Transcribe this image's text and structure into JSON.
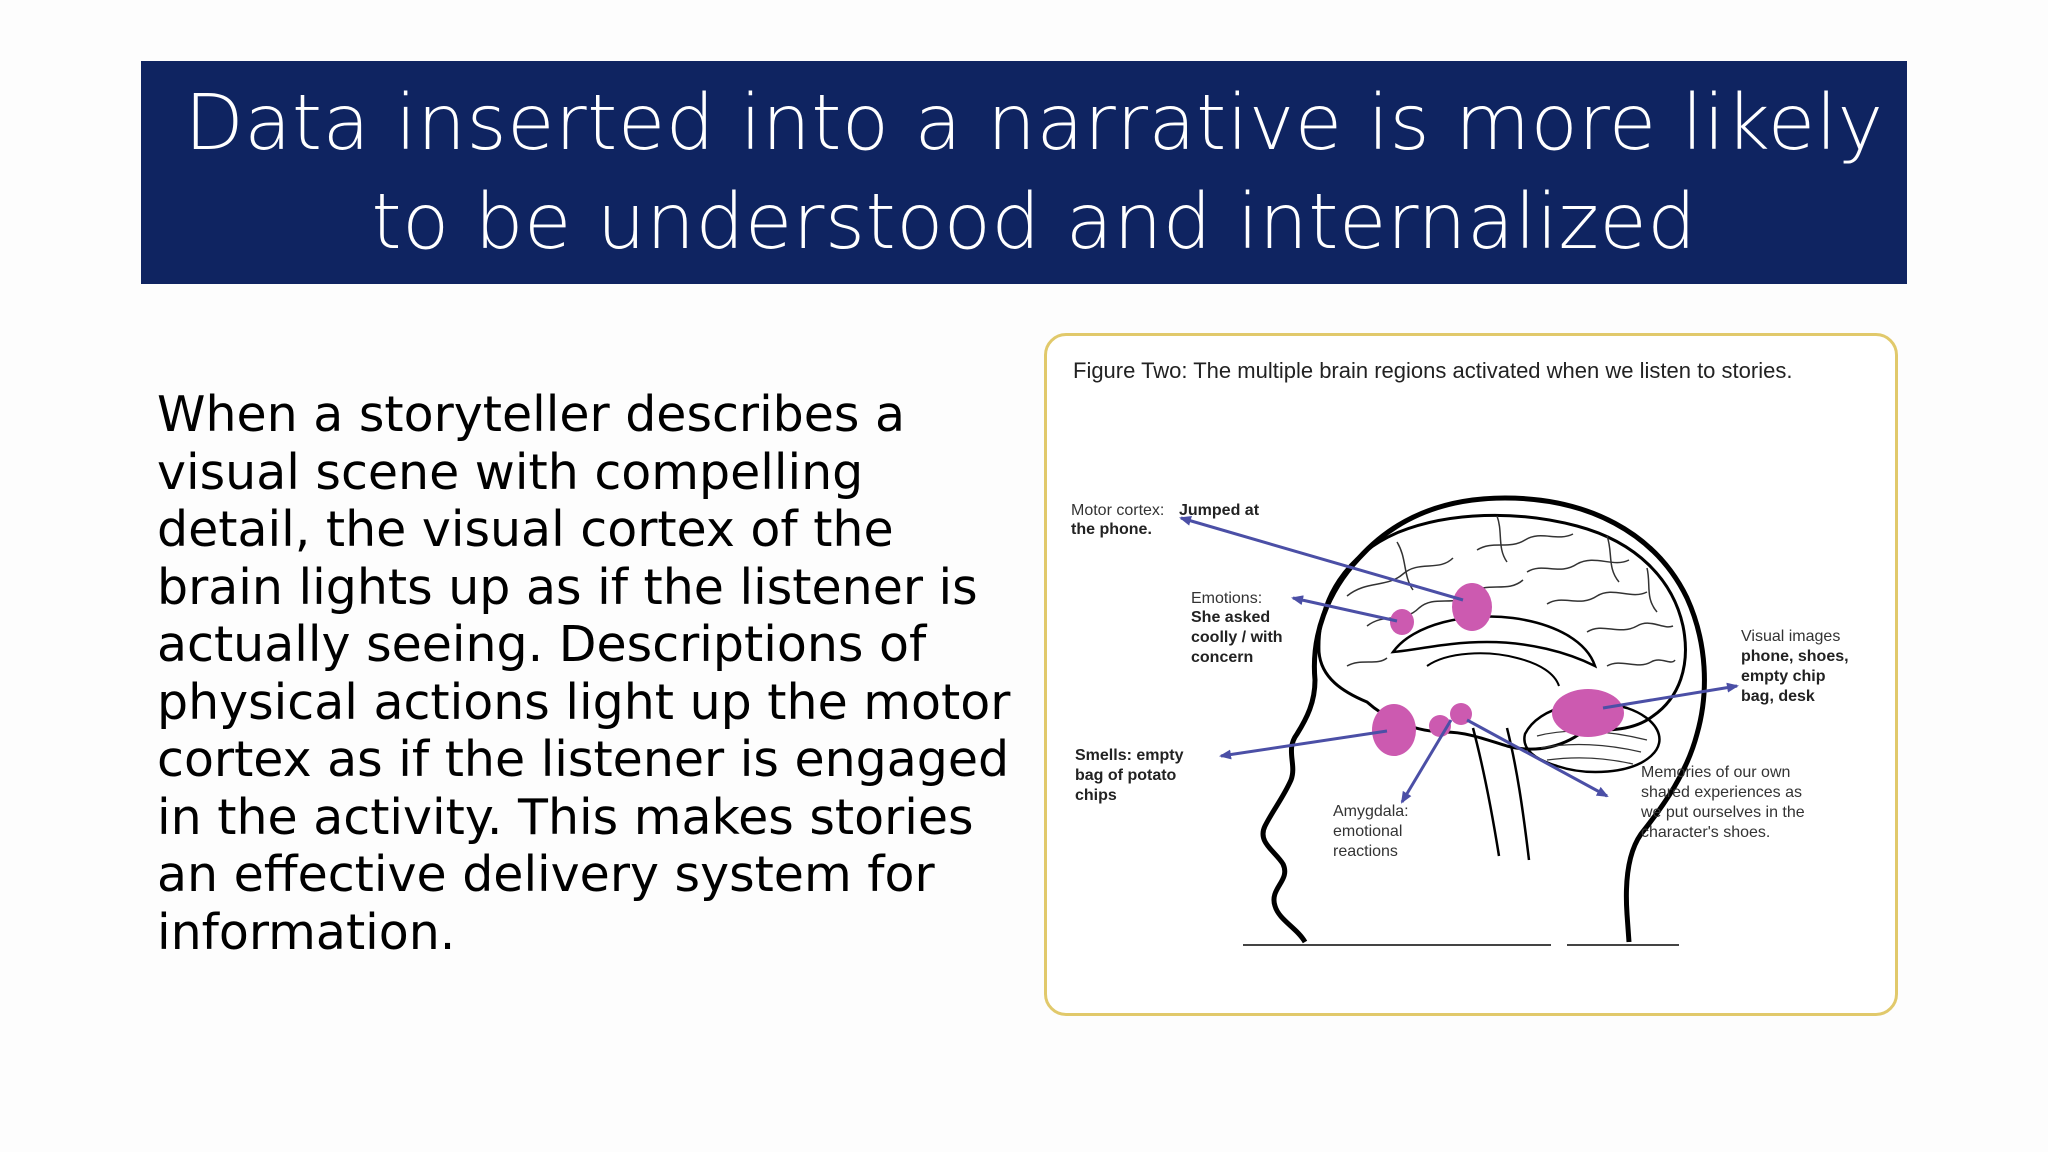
{
  "slide": {
    "title": "Data inserted into a narrative is more likely to be understood and internalized",
    "body": "When a storyteller describes a visual scene with compelling detail, the visual cortex of the brain lights up as if the listener is actually seeing. Descriptions of physical actions light up the motor cortex as if the listener is engaged in the activity. This makes stories an effective delivery system for information."
  },
  "figure": {
    "caption": "Figure Two: The multiple brain regions activated when we listen to stories.",
    "labels": {
      "motor": [
        "Motor cortex:",
        "Jumped at",
        "the phone."
      ],
      "emotions": [
        "Emotions:",
        "She asked",
        "coolly / with",
        "concern"
      ],
      "smells": [
        "Smells: empty",
        "bag of potato",
        "chips"
      ],
      "amygdala": [
        "Amygdala:",
        "emotional",
        "reactions"
      ],
      "visual": [
        "Visual images",
        "phone, shoes,",
        "empty chip",
        "bag, desk"
      ],
      "memories": [
        "Memories of our own",
        "shared experiences  as",
        "we put ourselves  in the",
        "character's shoes."
      ]
    }
  },
  "colors": {
    "title_bg": "#0f2461",
    "title_fg": "#ffffff",
    "frame_border": "#e1c96b",
    "region_fill": "#cc5ab0",
    "arrow": "#4b4fa6"
  }
}
